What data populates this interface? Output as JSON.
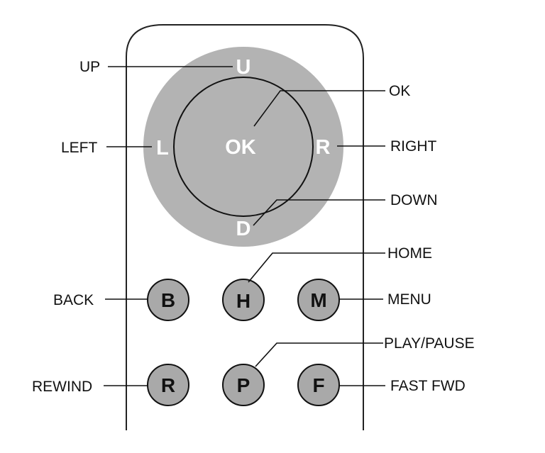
{
  "colors": {
    "dpad_fill": "#b3b3b3",
    "button_fill": "#a9a9a9",
    "outline": "#111111",
    "body_outline": "#222222",
    "text": "#111111",
    "dpad_text": "#ffffff"
  },
  "dpad": {
    "up": "U",
    "left": "L",
    "ok": "OK",
    "right": "R",
    "down": "D"
  },
  "buttons": {
    "back": "B",
    "home": "H",
    "menu": "M",
    "rewind": "R",
    "play_pause": "P",
    "fast_fwd": "F"
  },
  "callouts": {
    "up": "UP",
    "left": "LEFT",
    "ok": "OK",
    "right": "RIGHT",
    "down": "DOWN",
    "home": "HOME",
    "back": "BACK",
    "menu": "MENU",
    "play_pause": "PLAY/PAUSE",
    "rewind": "REWIND",
    "fast_fwd": "FAST FWD"
  }
}
